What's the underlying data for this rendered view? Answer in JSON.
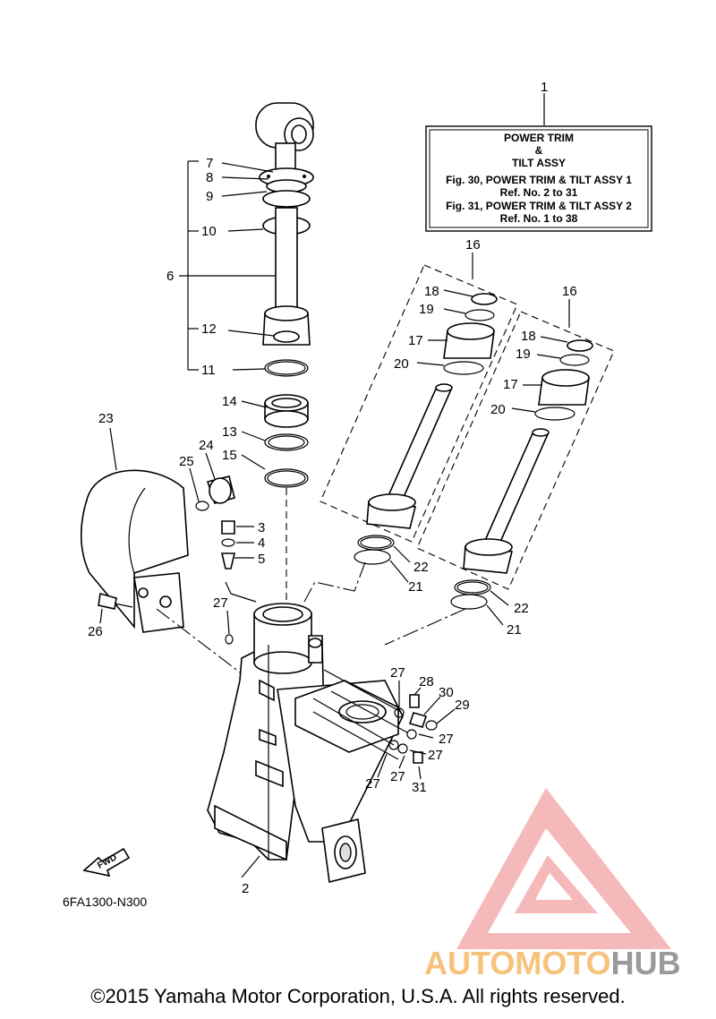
{
  "title_box": {
    "line1": "POWER TRIM",
    "line2": "&",
    "line3": "TILT ASSY",
    "line4": "Fig. 30, POWER TRIM & TILT ASSY 1",
    "line5": "Ref. No. 2 to 31",
    "line6": "Fig. 31, POWER TRIM & TILT ASSY 2",
    "line7": "Ref. No. 1 to 38"
  },
  "callouts": {
    "c1": "1",
    "c2": "2",
    "c3": "3",
    "c4": "4",
    "c5": "5",
    "c6": "6",
    "c7": "7",
    "c8": "8",
    "c9": "9",
    "c10": "10",
    "c11": "11",
    "c12": "12",
    "c13": "13",
    "c14": "14",
    "c15": "15",
    "c16a": "16",
    "c16b": "16",
    "c17a": "17",
    "c17b": "17",
    "c18a": "18",
    "c18b": "18",
    "c19a": "19",
    "c19b": "19",
    "c20a": "20",
    "c20b": "20",
    "c21a": "21",
    "c21b": "21",
    "c22a": "22",
    "c22b": "22",
    "c23": "23",
    "c24": "24",
    "c25": "25",
    "c26": "26",
    "c27a": "27",
    "c27b": "27",
    "c27c": "27",
    "c27d": "27",
    "c27e": "27",
    "c27f": "27",
    "c28": "28",
    "c29": "29",
    "c30": "30",
    "c31": "31"
  },
  "fwd_label": "FWD",
  "diagram_code": "6FA1300-N300",
  "watermark": {
    "part1": "AUTOMOTO",
    "part2": "HUB"
  },
  "copyright": "©2015 Yamaha Motor Corporation, U.S.A. All rights reserved."
}
